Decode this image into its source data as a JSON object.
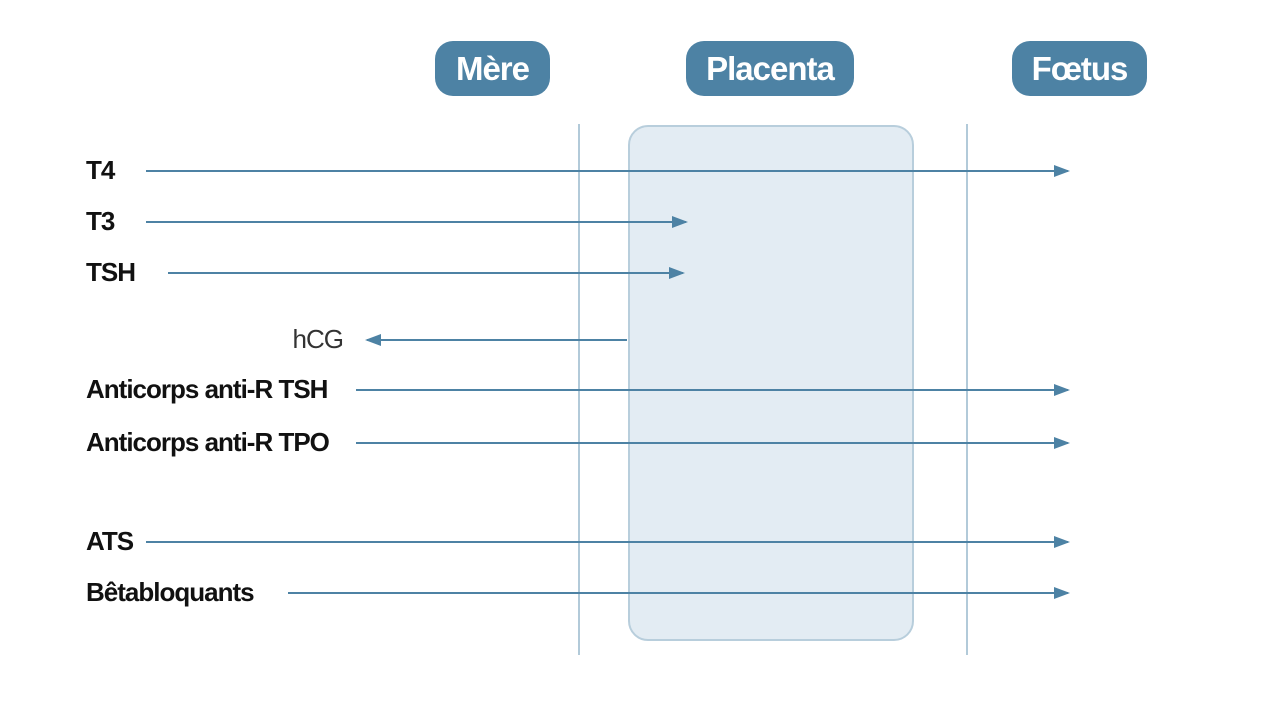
{
  "headers": {
    "mother": "Mère",
    "placenta": "Placenta",
    "fetus": "Fœtus"
  },
  "rows": [
    {
      "label": "T4",
      "direction": "mother-to-fetus",
      "reaches": "fetus"
    },
    {
      "label": "T3",
      "direction": "mother-to-fetus",
      "reaches": "placenta"
    },
    {
      "label": "TSH",
      "direction": "mother-to-fetus",
      "reaches": "placenta"
    },
    {
      "label": "hCG",
      "direction": "placenta-to-mother",
      "reaches": "mother"
    },
    {
      "label": "Anticorps anti-R TSH",
      "direction": "mother-to-fetus",
      "reaches": "fetus"
    },
    {
      "label": "Anticorps anti-R TPO",
      "direction": "mother-to-fetus",
      "reaches": "fetus"
    },
    {
      "label": "ATS",
      "direction": "mother-to-fetus",
      "reaches": "fetus"
    },
    {
      "label": "Bêtabloquants",
      "direction": "mother-to-fetus",
      "reaches": "fetus"
    }
  ],
  "colors": {
    "header_fill": "#4d82a4",
    "arrow": "#4d82a4",
    "placenta_fill": "#e3ecf3",
    "membrane": "#b2cad9"
  }
}
